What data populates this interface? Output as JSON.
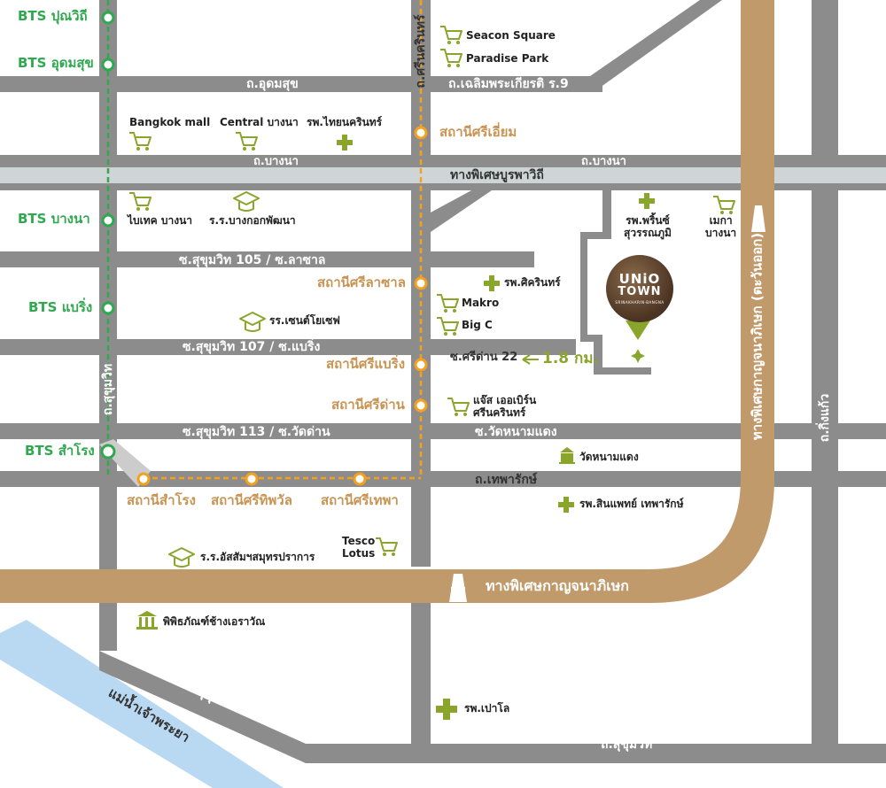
{
  "colors": {
    "road": "#8c8c8c",
    "expressway": "#c19a6b",
    "bts_line": "#2fa84f",
    "srt_line": "#f4a11e",
    "river": "#b9d9f2",
    "poi_icon": "#8aa52c"
  },
  "bts_stations": [
    {
      "label": "BTS ปุณวิถี"
    },
    {
      "label": "BTS อุดมสุข"
    },
    {
      "label": "BTS บางนา"
    },
    {
      "label": "BTS แบริ่ง"
    },
    {
      "label": "BTS สำโรง"
    }
  ],
  "yellow_line_stations": [
    {
      "label": "สถานีศรีเอี่ยม"
    },
    {
      "label": "สถานีศรีลาซาล"
    },
    {
      "label": "สถานีศรีแบริ่ง"
    },
    {
      "label": "สถานีศรีด่าน"
    },
    {
      "label": "สถานีสำโรง"
    },
    {
      "label": "สถานีศรีทิพวัล"
    },
    {
      "label": "สถานีศรีเทพา"
    }
  ],
  "roads": {
    "udomsuk": "ถ.อุดมสุข",
    "chaloem": "ถ.เฉลิมพระเกียรติ ร.9",
    "bangna_w": "ถ.บางนา",
    "bangna_e": "ถ.บางนา",
    "burapha": "ทางพิเศษบูรพาวิถี",
    "soi105": "ซ.สุขุมวิท 105  /  ซ.ลาซาล",
    "soi107": "ซ.สุขุมวิท 107  /  ซ.แบริ่ง",
    "soi113": "ซ.สุขุมวิท 113  /  ซ.วัดด่าน",
    "wat_nam_daeng": "ซ.วัดหนามแดง",
    "theparak": "ถ.เทพารักษ์",
    "kanchana_h": "ทางพิเศษกาญจนาภิเษก",
    "kanchana_v": "ทางพิเศษกาญจนาภิเษก (ตะวันออก)",
    "sukhumvit_v": "ถ.สุขุมวิท",
    "sukhumvit_diag": "ถ.สุขุมวิท",
    "sukhumvit_bottom": "ถ.สุขุมวิท",
    "srinakarin": "ถ.ศรีนครินทร์",
    "kingkaew": "ถ.กิ่งแก้ว",
    "river": "แม่น้ำเจ้าพระยา",
    "sri_dan_22": "ซ.ศรีด่าน 22"
  },
  "pois": {
    "seacon": "Seacon Square",
    "paradise": "Paradise Park",
    "bangkok_mall": "Bangkok mall",
    "central": "Central บางนา",
    "thainakarin": "รพ.ไทยนครินทร์",
    "bitec": "ไบเทค บางนา",
    "bkk_patana": "ร.ร.บางกอกพัฒนา",
    "paolo_top": "รพ.พริ้นซ์\nสุวรรณภูมิ",
    "mega": "เมกา\nบางนา",
    "sikarin": "รพ.ศิครินทร์",
    "makro": "Makro",
    "bigc": "Big C",
    "st_joseph": "รร.เซนต์โยเซฟ",
    "jas": "แจ๊ส เออเบิร์น\nศรีนครินทร์",
    "wat": "วัดหนามแดง",
    "samitivej": "รพ.สินแพทย์ เทพารักษ์",
    "tesco": "Tesco\nLotus",
    "assumption": "ร.ร.อัสสัมฯสมุทรปราการ",
    "museum": "พิพิธภัณฑ์ช้างเอราวัณ",
    "paolo": "รพ.เปาโล"
  },
  "distance": "1.8 กม.",
  "logo": {
    "line1": "UNiO",
    "line2": "TOWN",
    "line3": "SRINAKHARIN-BANGNA"
  }
}
